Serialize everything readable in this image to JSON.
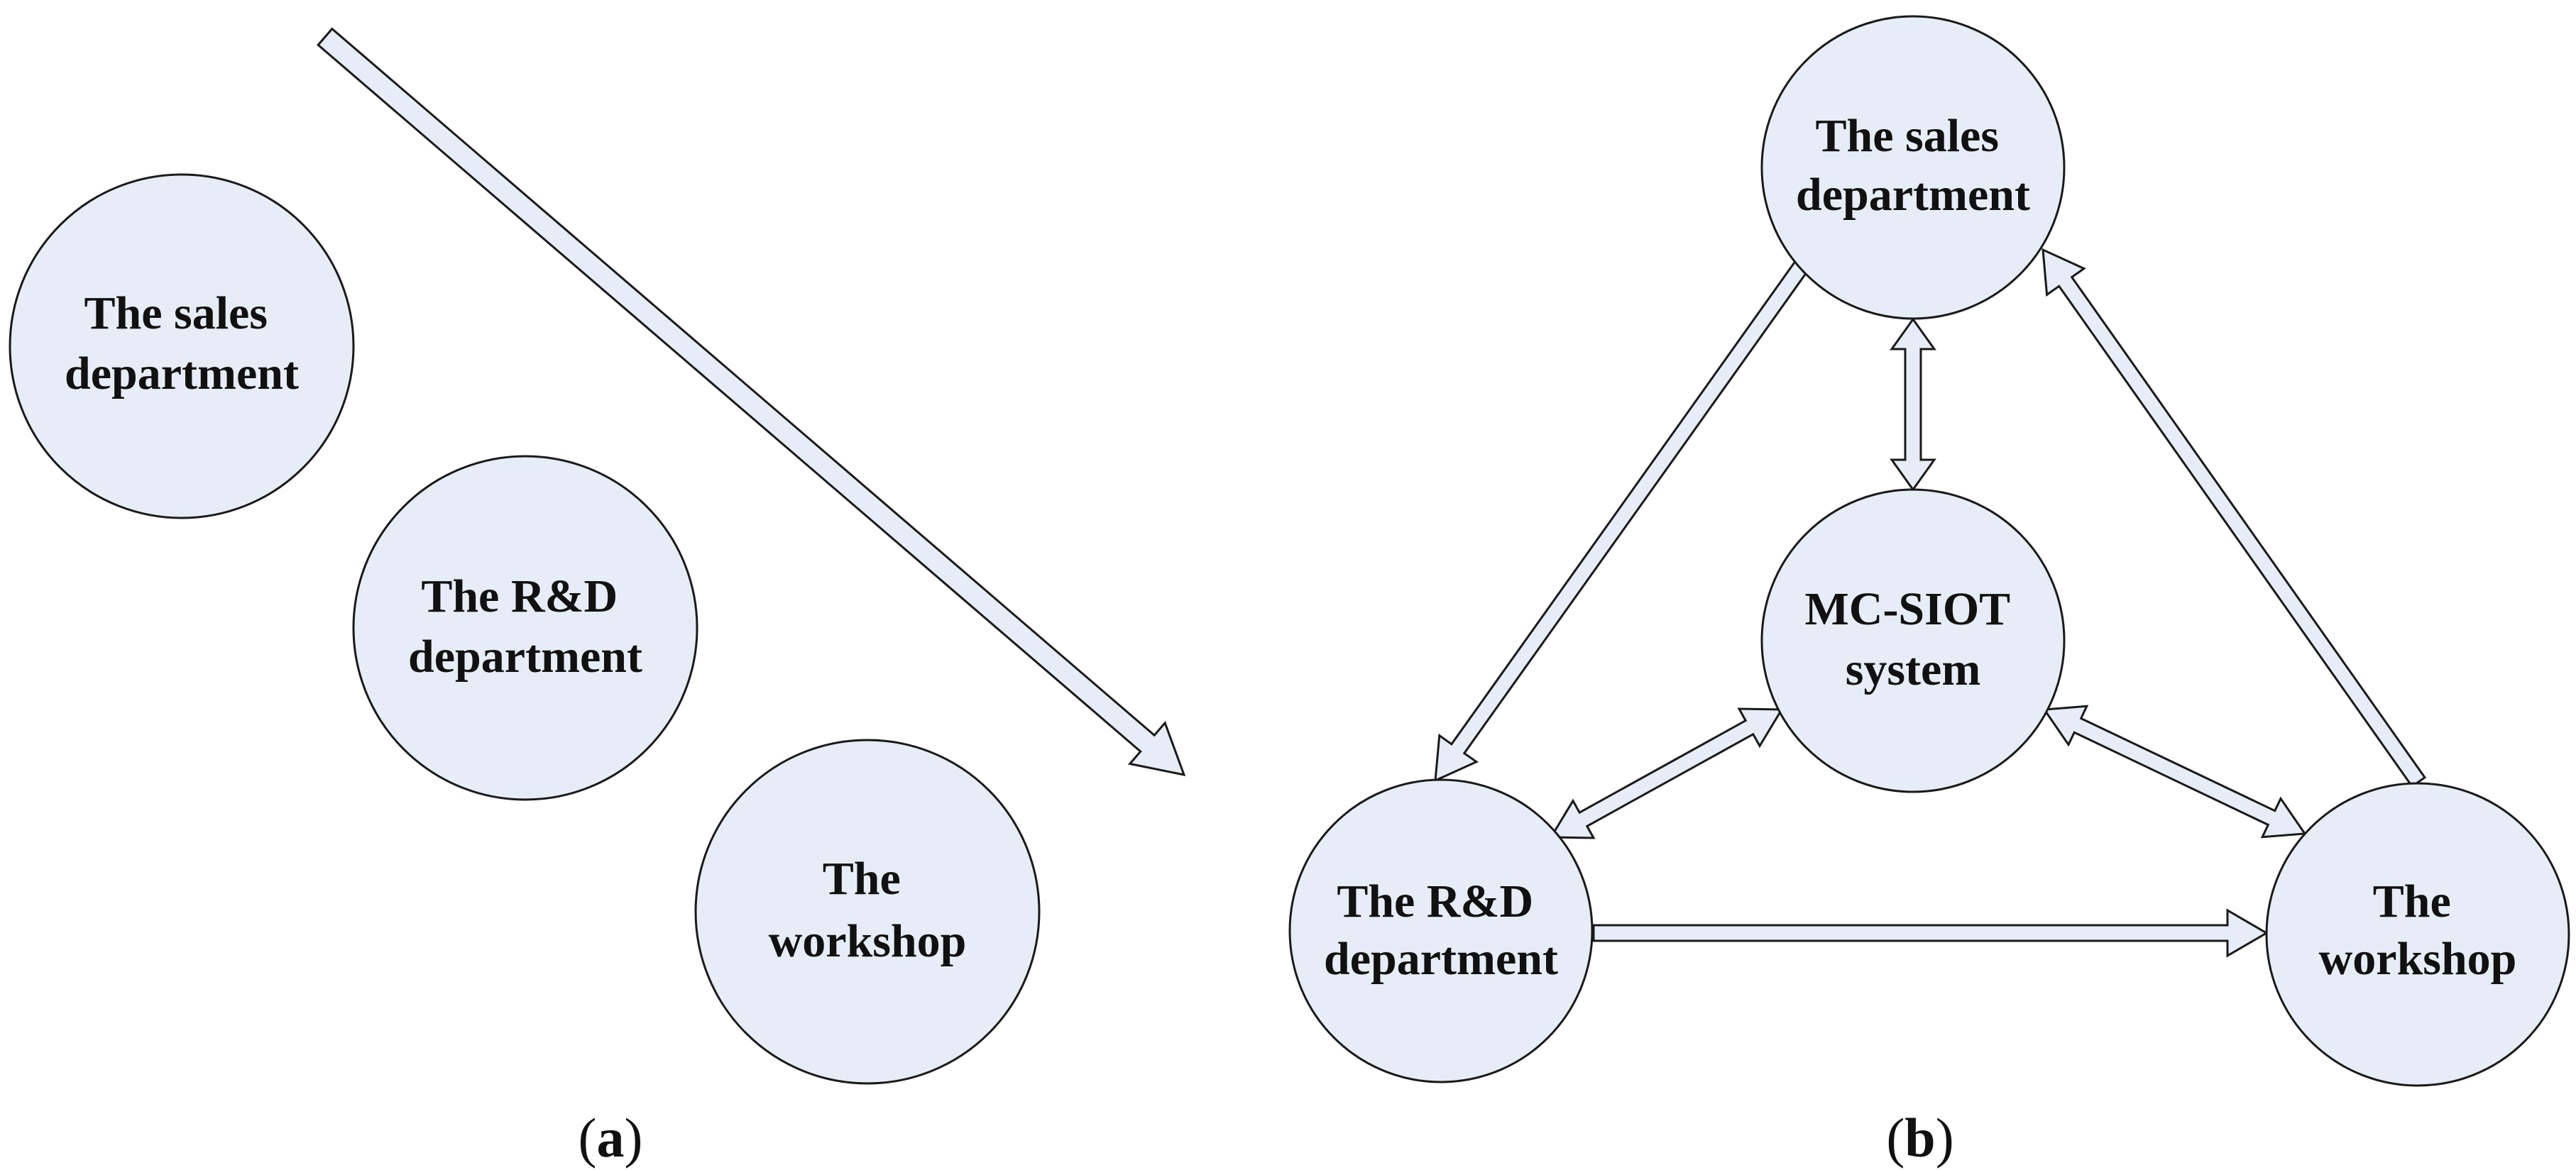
{
  "panels": [
    {
      "id": "a",
      "label": "a",
      "nodes": [
        {
          "id": "a-sales",
          "lines": [
            "The sales",
            "department"
          ]
        },
        {
          "id": "a-rd",
          "lines": [
            "The R&D",
            "department"
          ]
        },
        {
          "id": "a-workshop",
          "lines": [
            "The",
            "workshop"
          ]
        }
      ]
    },
    {
      "id": "b",
      "label": "b",
      "nodes": [
        {
          "id": "b-sales",
          "lines": [
            "The sales",
            "department"
          ]
        },
        {
          "id": "b-mcsiot",
          "lines": [
            "MC-SIOT",
            "system"
          ]
        },
        {
          "id": "b-rd",
          "lines": [
            "The R&D",
            "department"
          ]
        },
        {
          "id": "b-workshop",
          "lines": [
            "The",
            "workshop"
          ]
        }
      ],
      "edges": [
        {
          "from": "The sales department",
          "to": "The R&D department",
          "direction": "one-way"
        },
        {
          "from": "The R&D department",
          "to": "The workshop",
          "direction": "one-way"
        },
        {
          "from": "The workshop",
          "to": "The sales department",
          "direction": "one-way"
        },
        {
          "from": "The sales department",
          "to": "MC-SIOT system",
          "direction": "two-way"
        },
        {
          "from": "The R&D department",
          "to": "MC-SIOT system",
          "direction": "two-way"
        },
        {
          "from": "The workshop",
          "to": "MC-SIOT system",
          "direction": "two-way"
        }
      ]
    }
  ],
  "colors": {
    "node_fill": "#e6edf6",
    "stroke": "#1a1a1a"
  }
}
